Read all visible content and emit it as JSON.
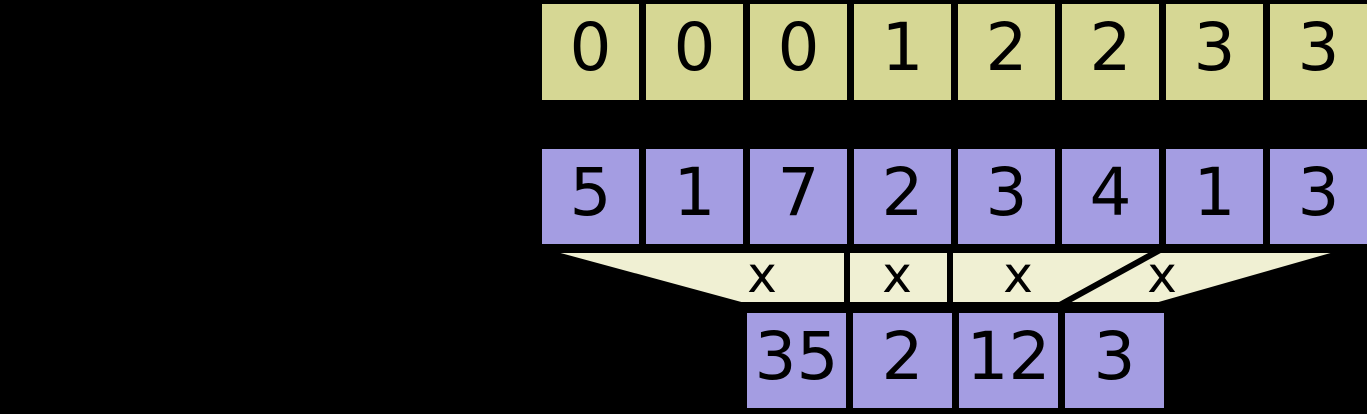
{
  "colors": {
    "background": "#000000",
    "keys_fill": "#d6d794",
    "values_fill": "#a49de2",
    "results_fill": "#a49de2",
    "band_fill": "#f0f0d3",
    "line": "#000000",
    "text": "#000000"
  },
  "diagram": {
    "keys_row": {
      "cells": [
        "0",
        "0",
        "0",
        "1",
        "2",
        "2",
        "3",
        "3"
      ]
    },
    "values_row": {
      "cells": [
        "5",
        "1",
        "7",
        "2",
        "3",
        "4",
        "1",
        "3"
      ]
    },
    "operator_band": {
      "operators": [
        "x",
        "x",
        "x",
        "x"
      ]
    },
    "results_row": {
      "cells": [
        "35",
        "2",
        "12",
        "3"
      ]
    }
  }
}
